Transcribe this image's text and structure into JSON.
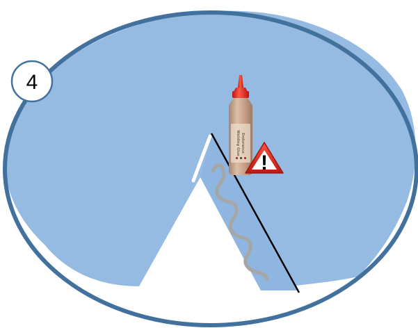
{
  "step": {
    "number": "4"
  },
  "bottle": {
    "label_line1": "Endurance",
    "label_line2": "Welding Glue"
  },
  "warning": {
    "symbol": "!"
  },
  "colors": {
    "fabric_fill": "#95bbe3",
    "outline": "#41719c",
    "glue_line": "#a6a6a6",
    "cut_edge": "#000000",
    "highlight_edge": "#ffffff",
    "warning_red": "#d9221c",
    "bottle_cap": "#e0261e",
    "bottle_body": "#c79f83"
  },
  "icons": [
    "glue-bottle-icon",
    "warning-triangle-icon"
  ]
}
